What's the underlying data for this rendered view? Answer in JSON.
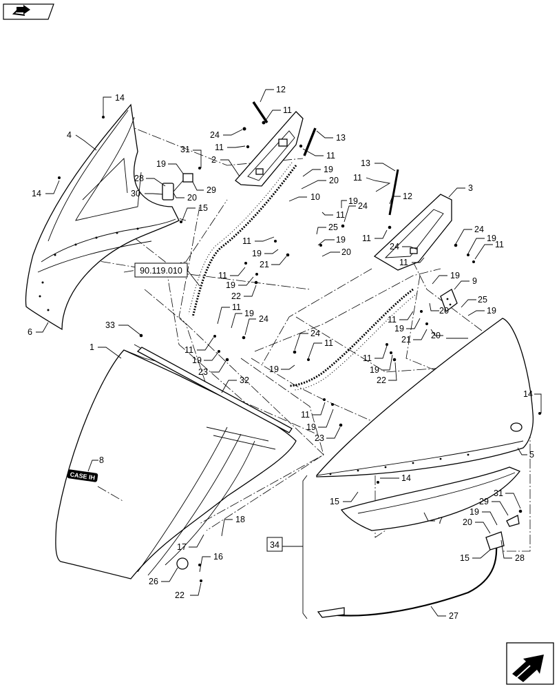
{
  "reference_box": "90.119.010",
  "group_box": "34",
  "callouts": [
    "1",
    "2",
    "3",
    "4",
    "5",
    "6",
    "7",
    "8",
    "9",
    "10",
    "11",
    "12",
    "13",
    "14",
    "15",
    "16",
    "17",
    "18",
    "19",
    "20",
    "21",
    "22",
    "23",
    "24",
    "25",
    "26",
    "27",
    "28",
    "29",
    "30",
    "31",
    "32",
    "33"
  ],
  "emblem_text": "CASE IH",
  "icons": {
    "top_left": "book-arrow-icon",
    "bottom_right": "next-page-arrow-icon"
  }
}
